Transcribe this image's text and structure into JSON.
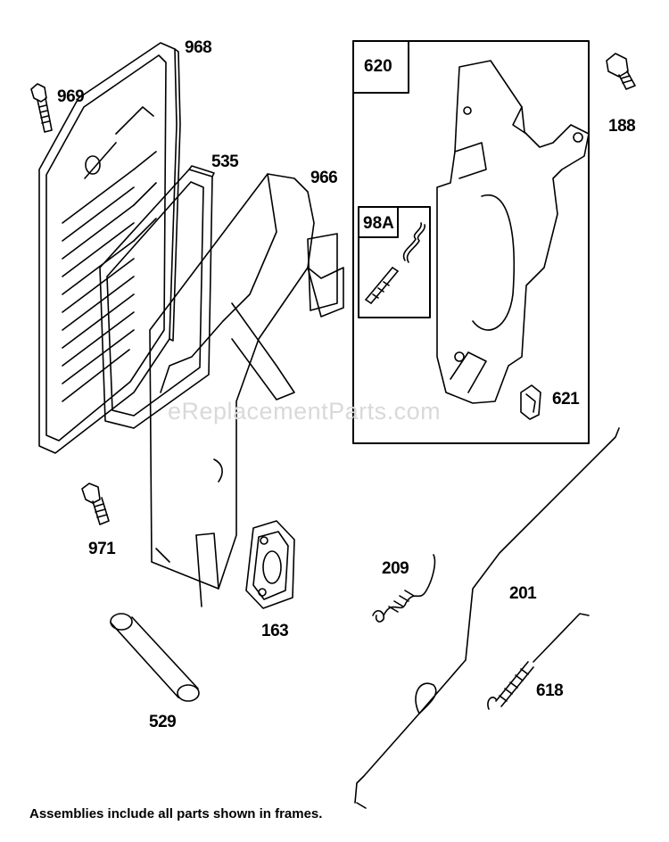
{
  "parts": {
    "p968": "968",
    "p969": "969",
    "p535": "535",
    "p966": "966",
    "p971": "971",
    "p163": "163",
    "p529": "529",
    "p620": "620",
    "p98a": "98A",
    "p188": "188",
    "p621": "621",
    "p209": "209",
    "p201": "201",
    "p618": "618"
  },
  "watermark": "eReplacementParts.com",
  "footnote": "Assemblies include all parts shown in frames."
}
